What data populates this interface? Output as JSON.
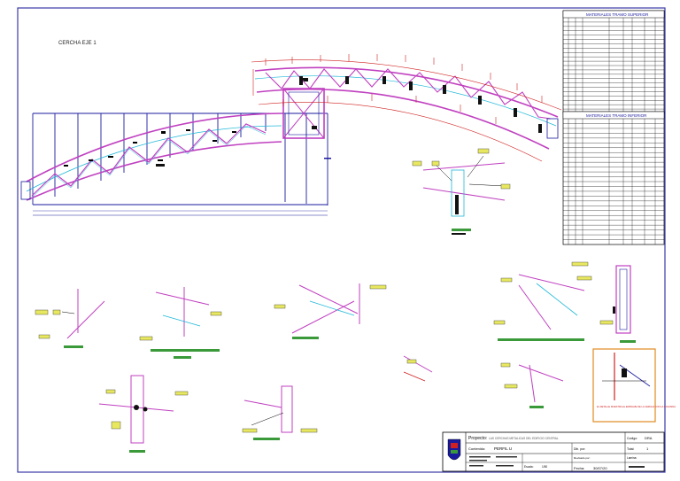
{
  "drawing": {
    "title": "CERCHA EJE 1",
    "tables": [
      {
        "header": "MATERIALES TRAMO SUPERIOR",
        "rows": 22
      },
      {
        "header": "MATERIALES TRAMO INFERIOR",
        "rows": 26
      }
    ],
    "title_block": {
      "proyecto_label": "Proyecto:",
      "proyecto_value": "LAS CERCHAS METALICAS DEL EDIFICIO CENTRAL",
      "contenido_label": "Contenido:",
      "contenido_value": "PERFIL U",
      "codigo_label": "Codigo:",
      "codigo_value": "DRA",
      "total_label": "Total:",
      "total_value": "1",
      "escala_label": "Escala:",
      "escala_value": "1/50",
      "fecha_label": "Fecha:",
      "fecha_value": "30/07/20",
      "dib_label": "Dib. por:",
      "rev_label": "Revisado por:",
      "lamina_label": "Lamina:"
    },
    "detail_note": "EL DETALLE MUESTRA EL EMPALME DE LA CERCHA CON LA COLUMNA"
  },
  "colors": {
    "frame": "#3a3aa8",
    "structure": "#1a1a9e",
    "member": "#c040c0",
    "dimension": "#d02020",
    "callout": "#e8e860",
    "callout_green": "#3a9a3a",
    "detail_border": "#e08a20",
    "cyan": "#20b8d8"
  }
}
